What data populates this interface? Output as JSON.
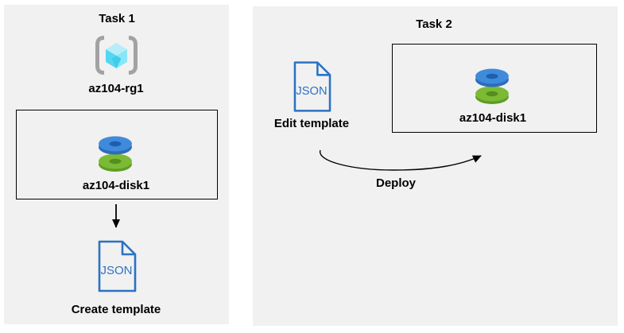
{
  "task1": {
    "title": "Task 1",
    "resource_group_label": "az104-rg1",
    "disk_label": "az104-disk1",
    "json_badge": "JSON",
    "action_label": "Create template"
  },
  "task2": {
    "title": "Task 2",
    "disk_label": "az104-disk1",
    "json_badge": "JSON",
    "edit_label": "Edit template",
    "deploy_label": "Deploy"
  },
  "icons": {
    "resource_group": "azure-resource-group-icon (gray brackets with cyan cube)",
    "managed_disk": "azure-managed-disk-icon (stacked blue and green discs)",
    "json_file": "json-document-icon (blue outlined file with folded corner)",
    "down_arrow": "straight-down-arrow-icon",
    "deploy_arrow": "curved-right-arrow-icon"
  },
  "colors": {
    "panel_bg": "#f1f1f1",
    "page_bg": "#ffffff",
    "box_border": "#000000",
    "text": "#000000",
    "json_blue": "#2b72c4",
    "disk_blue_top": "#3f8ada",
    "disk_blue_side": "#2c6cbe",
    "disk_blue_hole": "#1d5fae",
    "disk_green_top": "#7cba35",
    "disk_green_side": "#5d9d25",
    "disk_green_hole": "#538f1e",
    "bracket_gray": "#a2a2a2",
    "cube_top": "#b7edf9",
    "cube_left": "#54d7f1",
    "cube_right": "#89e6f8",
    "arrow": "#000000"
  }
}
